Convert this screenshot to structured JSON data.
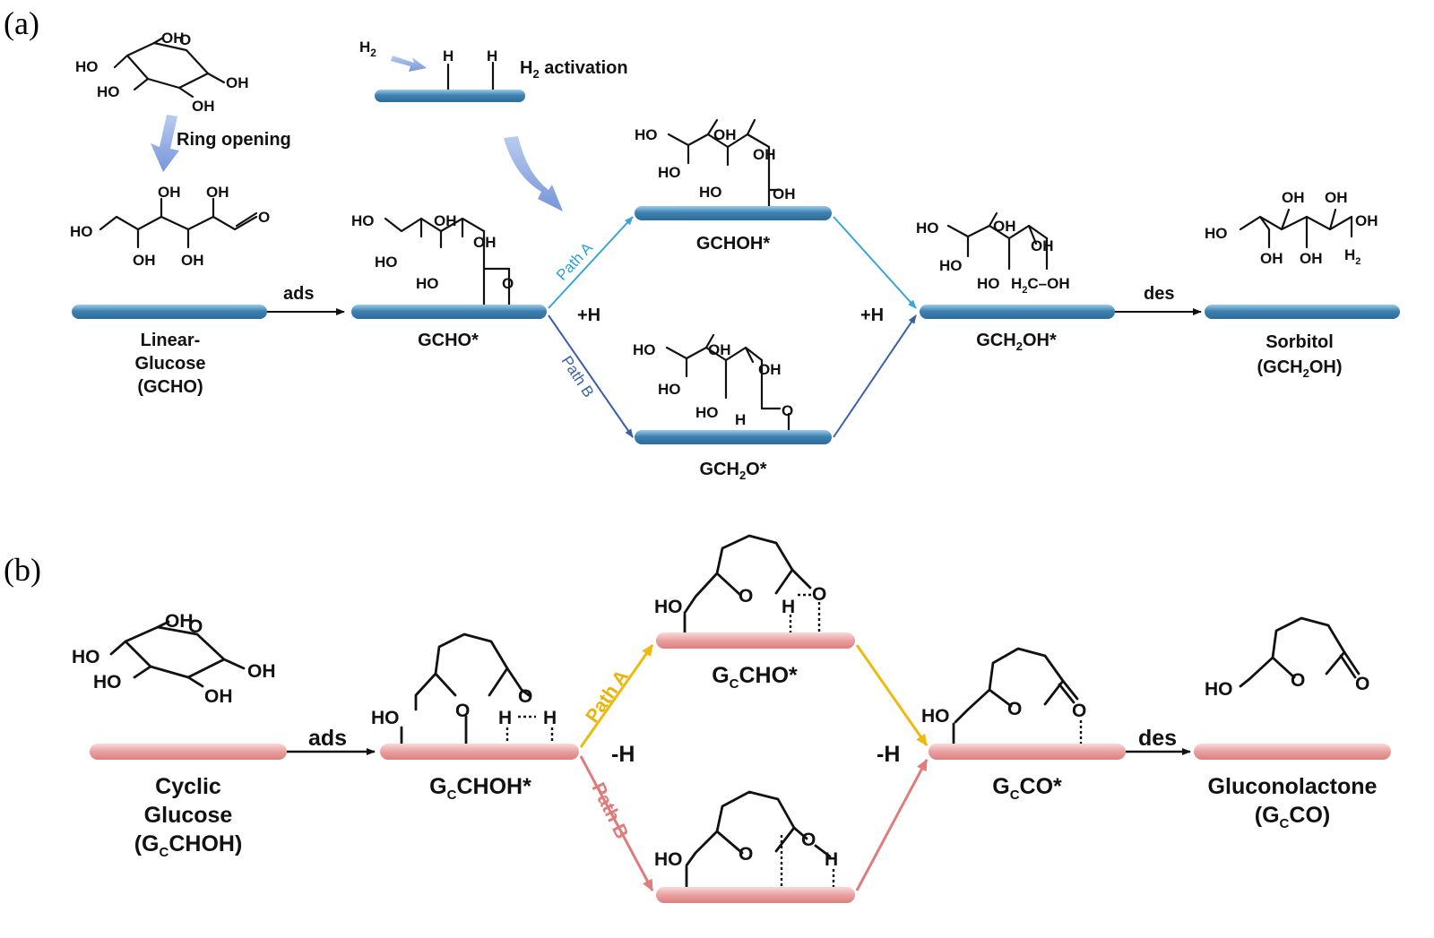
{
  "panels": {
    "a": "(a)",
    "b": "(b)"
  },
  "panel_a": {
    "h2": "H",
    "h2_sub": "2",
    "h_left": "H",
    "h_right": "H",
    "h2_activation": "H",
    "h2_activation_sub": "2",
    "h2_activation_rest": " activation",
    "ring_opening": "Ring opening",
    "ads": "ads",
    "des": "des",
    "plus_h_left": "+H",
    "plus_h_right": "+H",
    "path_a": "Path A",
    "path_b": "Path B",
    "states": {
      "linear_glucose": [
        "Linear-",
        "Glucose",
        "(GCHO)"
      ],
      "gcho": "GCHO*",
      "gchoh": "GCHOH*",
      "gch2o": {
        "pre": "GCH",
        "sub": "2",
        "post": "O*"
      },
      "gch2oh": {
        "pre": "GCH",
        "sub": "2",
        "post": "OH*"
      },
      "sorbitol": {
        "line1": "Sorbitol",
        "pre": "(GCH",
        "sub": "2",
        "post": "OH)"
      }
    },
    "chem": {
      "oh": "OH",
      "ho": "HO",
      "o": "O",
      "h": "H",
      "h2": "H",
      "h2_sub": "2",
      "h2c_oh": "H",
      "h2c_sub": "2",
      "h2c_rest": "C–OH"
    },
    "colors": {
      "level": "#3e7fae",
      "level_light": "#8fc2e4",
      "arrow_a": "#3aa6d4",
      "arrow_b": "#3b5fa4",
      "block_arrow": "#8aa6df"
    }
  },
  "panel_b": {
    "ads": "ads",
    "des": "des",
    "minus_h_left": "-H",
    "minus_h_right": "-H",
    "path_a": "Path A",
    "path_b": "Path B",
    "states": {
      "cyclic": {
        "line1": "Cyclic",
        "line2": "Glucose",
        "pre": "(G",
        "sub": "C",
        "post": "CHOH)"
      },
      "gcchoh": {
        "pre": "G",
        "sub": "C",
        "post": "CHOH*"
      },
      "gccho": {
        "pre": "G",
        "sub": "C",
        "post": "CHO*"
      },
      "gcco": {
        "pre": "G",
        "sub": "C",
        "post": "CO*"
      },
      "gluconolactone": {
        "line1": "Gluconolactone",
        "pre": "(G",
        "sub": "C",
        "post": "CO)"
      }
    },
    "chem": {
      "oh": "OH",
      "ho": "HO",
      "o": "O",
      "h": "H"
    },
    "colors": {
      "level": "#e58f8f",
      "level_light": "#f8d2d2",
      "arrow_a": "#edbb10",
      "arrow_b": "#e07c7c"
    }
  }
}
